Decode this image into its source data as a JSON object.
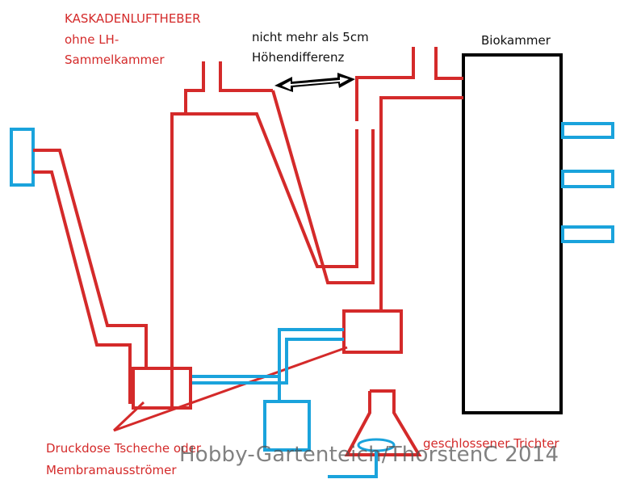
{
  "colors": {
    "pipe": "#d42a2a",
    "air": "#1aa3dc",
    "chamber": "#000000",
    "arrow": "#000000",
    "label_red": "#d42a2a",
    "label_black": "#111111",
    "watermark": "#555555"
  },
  "labels": {
    "title_line1": "KASKADENLUFTHEBER",
    "title_line2": "ohne LH-",
    "title_line3": "Sammelkammer",
    "height_line1": "nicht  mehr als 5cm",
    "height_line2": "Höhendifferenz",
    "biokammer": "Biokammer",
    "druckdose_line1": "Druckdose Tscheche oder",
    "druckdose_line2": "Membramausströmer",
    "trichter": "geschlossener Trichter"
  },
  "watermark": "Hobby-Gartenteich/ThorstenC 2014"
}
